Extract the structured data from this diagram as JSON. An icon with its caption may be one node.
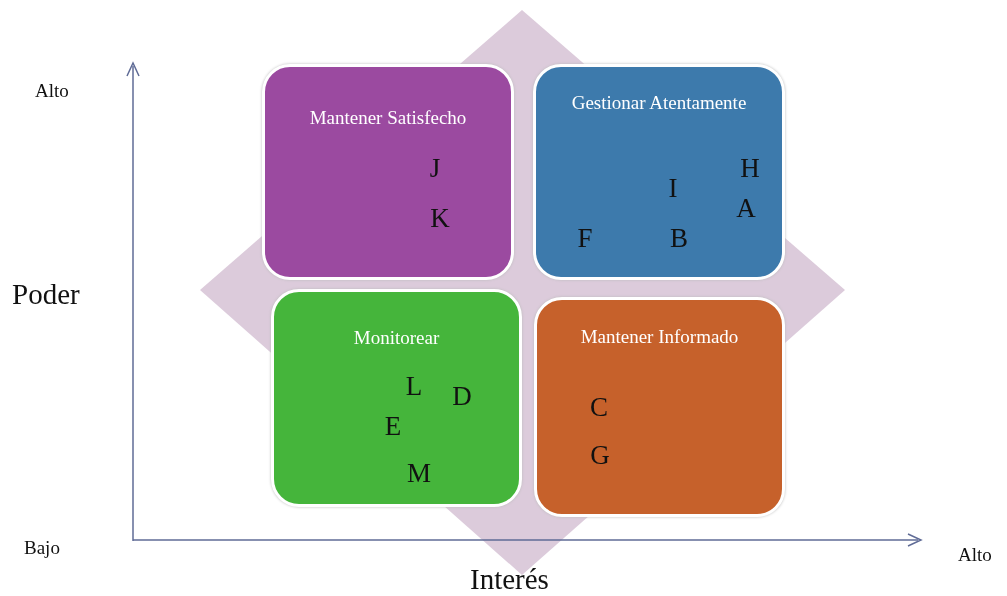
{
  "diagram": {
    "nodes": [
      {
        "text": [
          "Mantener Satisfecho",
          "J",
          "K"
        ]
      },
      {
        "text": [
          "Gestionar Atentamente",
          "H",
          "I",
          "A",
          "F",
          "B"
        ]
      },
      {
        "text": [
          "Monitorear",
          "L",
          "D",
          "E",
          "M"
        ]
      },
      {
        "text": [
          "Mantener Informado",
          "C",
          "G"
        ]
      }
    ],
    "labels": [
      "Alto",
      "Poder",
      "Bajo",
      "Interés",
      "Alto"
    ]
  }
}
